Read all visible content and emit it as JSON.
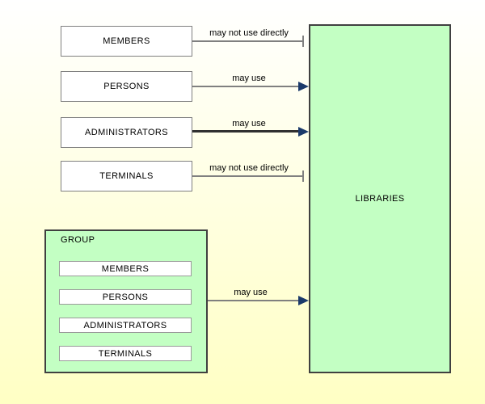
{
  "colors": {
    "bg-top": "#ffffff",
    "bg-bottom": "#ffffc4",
    "text": "#000000",
    "node-fill": "#ffffff",
    "node-border": "#808080",
    "inner-border": "#9a9a9a",
    "green-fill": "#c3ffc3",
    "green-border": "#404040",
    "line-gray": "#808080",
    "line-dark": "#303030",
    "arrow-navy": "#1b3a6b"
  },
  "left_nodes": [
    {
      "label": "MEMBERS"
    },
    {
      "label": "PERSONS"
    },
    {
      "label": "ADMINISTRATORS"
    },
    {
      "label": "TERMINALS"
    }
  ],
  "libraries": {
    "label": "LIBRARIES"
  },
  "group": {
    "label": "GROUP",
    "items": [
      "MEMBERS",
      "PERSONS",
      "ADMINISTRATORS",
      "TERMINALS"
    ]
  },
  "edges": [
    {
      "from": "MEMBERS",
      "to": "LIBRARIES",
      "label": "may not use directly",
      "style": "barred"
    },
    {
      "from": "PERSONS",
      "to": "LIBRARIES",
      "label": "may use",
      "style": "arrow"
    },
    {
      "from": "ADMINISTRATORS",
      "to": "LIBRARIES",
      "label": "may use",
      "style": "arrow-bold"
    },
    {
      "from": "TERMINALS",
      "to": "LIBRARIES",
      "label": "may not use directly",
      "style": "barred"
    },
    {
      "from": "GROUP",
      "to": "LIBRARIES",
      "label": "may use",
      "style": "arrow"
    }
  ]
}
